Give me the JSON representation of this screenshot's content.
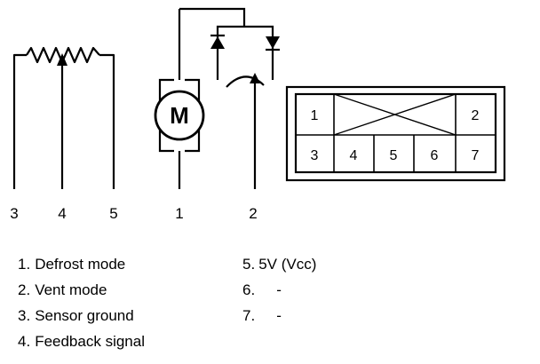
{
  "motor": {
    "letter": "M"
  },
  "pins": [
    "3",
    "4",
    "5",
    "1",
    "2"
  ],
  "connector": {
    "top_row": [
      "1",
      "2"
    ],
    "bottom_row": [
      "3",
      "4",
      "5",
      "6",
      "7"
    ]
  },
  "legend_left": [
    {
      "num": "1.",
      "text": "Defrost mode"
    },
    {
      "num": "2.",
      "text": "Vent mode"
    },
    {
      "num": "3.",
      "text": "Sensor ground"
    },
    {
      "num": "4.",
      "text": "Feedback signal"
    }
  ],
  "legend_right": [
    {
      "num": "5.",
      "text": "5V (Vcc)"
    },
    {
      "num": "6.",
      "text": "-"
    },
    {
      "num": "7.",
      "text": "-"
    }
  ]
}
